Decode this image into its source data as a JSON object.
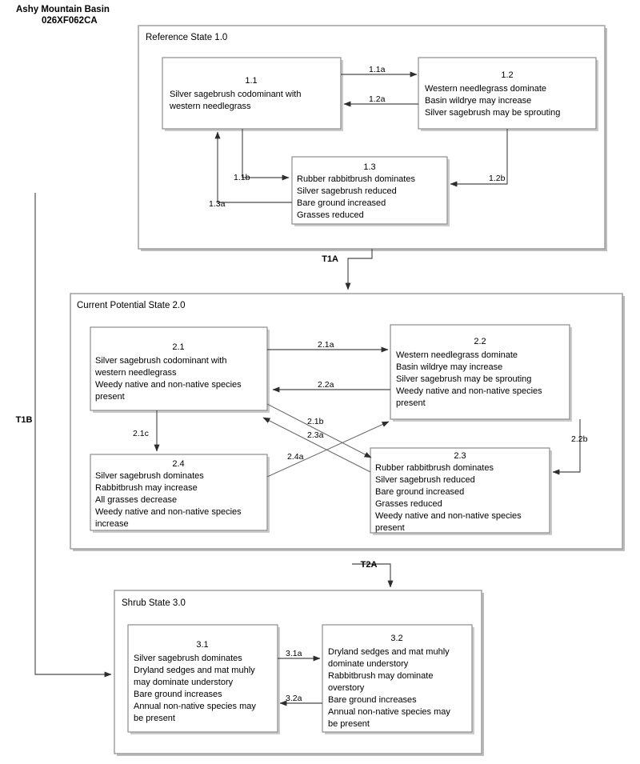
{
  "title": {
    "line1": "Ashy Mountain Basin",
    "line2": "026XF062CA"
  },
  "states": [
    {
      "id": "state-1",
      "label": "Reference State 1.0"
    },
    {
      "id": "state-2",
      "label": "Current Potential State 2.0"
    },
    {
      "id": "state-3",
      "label": "Shrub State 3.0"
    }
  ],
  "phases": [
    {
      "id": "phase-1-1",
      "number": "1.1",
      "lines": [
        "Silver sagebrush codominant with",
        "western needlegrass"
      ]
    },
    {
      "id": "phase-1-2",
      "number": "1.2",
      "lines": [
        "Western needlegrass dominate",
        "Basin wildrye may increase",
        "Silver sagebrush may be sprouting"
      ]
    },
    {
      "id": "phase-1-3",
      "number": "1.3",
      "lines": [
        "Rubber rabbitbrush dominates",
        "Silver sagebrush reduced",
        "Bare ground increased",
        "Grasses reduced"
      ]
    },
    {
      "id": "phase-2-1",
      "number": "2.1",
      "lines": [
        "Silver sagebrush codominant with",
        "western needlegrass",
        "Weedy native and non-native species",
        "present"
      ]
    },
    {
      "id": "phase-2-2",
      "number": "2.2",
      "lines": [
        "Western needlegrass dominate",
        "Basin wildrye may increase",
        "Silver sagebrush may be sprouting",
        "Weedy native and non-native species",
        "present"
      ]
    },
    {
      "id": "phase-2-3",
      "number": "2.3",
      "lines": [
        "Rubber rabbitbrush dominates",
        "Silver sagebrush reduced",
        "Bare ground increased",
        "Grasses reduced",
        "Weedy native and non-native species",
        "present"
      ]
    },
    {
      "id": "phase-2-4",
      "number": "2.4",
      "lines": [
        "Silver sagebrush dominates",
        "Rabbitbrush may increase",
        "All grasses decrease",
        "Weedy native and non-native species",
        "increase"
      ]
    },
    {
      "id": "phase-3-1",
      "number": "3.1",
      "lines": [
        "Silver sagebrush dominates",
        "Dryland sedges and mat muhly",
        "may dominate understory",
        "Bare ground increases",
        "Annual non-native species may",
        "be present"
      ]
    },
    {
      "id": "phase-3-2",
      "number": "3.2",
      "lines": [
        "Dryland sedges and mat muhly",
        "dominate understory",
        "Rabbitbrush may dominate",
        "overstory",
        "Bare ground increases",
        "Annual non-native species may",
        "be present"
      ]
    }
  ],
  "pathways": [
    {
      "id": "pathway-1-1a",
      "label": "1.1a"
    },
    {
      "id": "pathway-1-2a",
      "label": "1.2a"
    },
    {
      "id": "pathway-1-1b",
      "label": "1.1b"
    },
    {
      "id": "pathway-1-2b",
      "label": "1.2b"
    },
    {
      "id": "pathway-1-3a",
      "label": "1.3a"
    },
    {
      "id": "pathway-2-1a",
      "label": "2.1a"
    },
    {
      "id": "pathway-2-2a",
      "label": "2.2a"
    },
    {
      "id": "pathway-2-1b",
      "label": "2.1b"
    },
    {
      "id": "pathway-2-2b",
      "label": "2.2b"
    },
    {
      "id": "pathway-2-3a",
      "label": "2.3a"
    },
    {
      "id": "pathway-2-1c",
      "label": "2.1c"
    },
    {
      "id": "pathway-2-4a",
      "label": "2.4a"
    },
    {
      "id": "pathway-3-1a",
      "label": "3.1a"
    },
    {
      "id": "pathway-3-2a",
      "label": "3.2a"
    }
  ],
  "transitions": [
    {
      "id": "transition-t1a",
      "label": "T1A"
    },
    {
      "id": "transition-t1b",
      "label": "T1B"
    },
    {
      "id": "transition-t2a",
      "label": "T2A"
    }
  ],
  "colors": {
    "background": "#ffffff",
    "state_border": "#999999",
    "phase_border": "#8c8c8c",
    "connector": "#4a4a4a",
    "text": "#000000",
    "shadow": "#c4c4c4"
  }
}
